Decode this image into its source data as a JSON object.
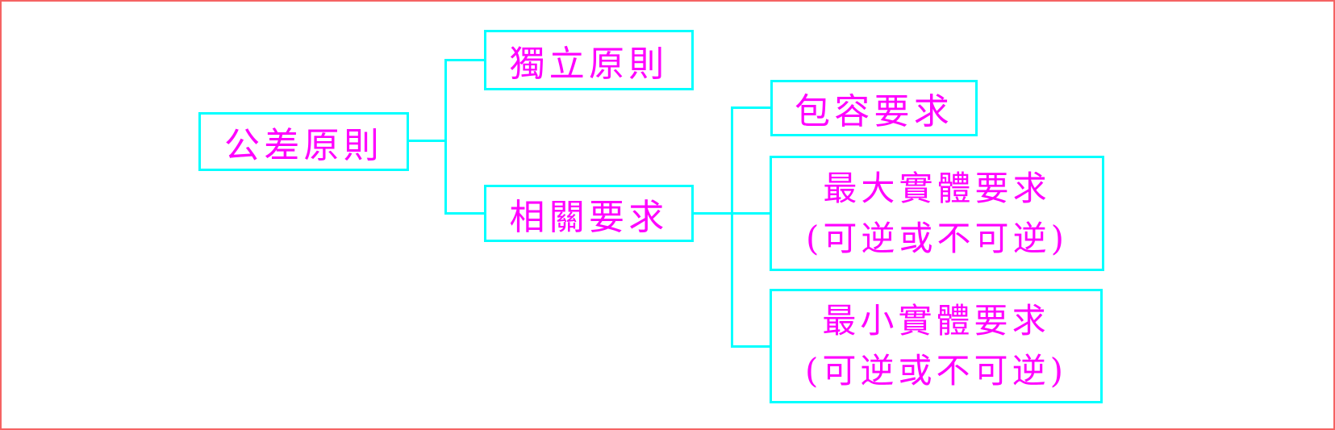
{
  "diagram": {
    "type": "tree",
    "colors": {
      "frame": "#f56363",
      "box_border": "#00ffff",
      "text": "#ff00ff",
      "background": "#ffffff"
    },
    "nodes": {
      "root": {
        "label": "公差原則"
      },
      "independence": {
        "label": "獨立原則"
      },
      "related": {
        "label": "相關要求"
      },
      "envelope": {
        "label": "包容要求"
      },
      "mmr": {
        "label": "最大實體要求",
        "label2": "(可逆或不可逆)"
      },
      "lmr": {
        "label": "最小實體要求",
        "label2": "(可逆或不可逆)"
      }
    },
    "edges": [
      {
        "from": "root",
        "to": "independence"
      },
      {
        "from": "root",
        "to": "related"
      },
      {
        "from": "related",
        "to": "envelope"
      },
      {
        "from": "related",
        "to": "mmr"
      },
      {
        "from": "related",
        "to": "lmr"
      }
    ]
  }
}
